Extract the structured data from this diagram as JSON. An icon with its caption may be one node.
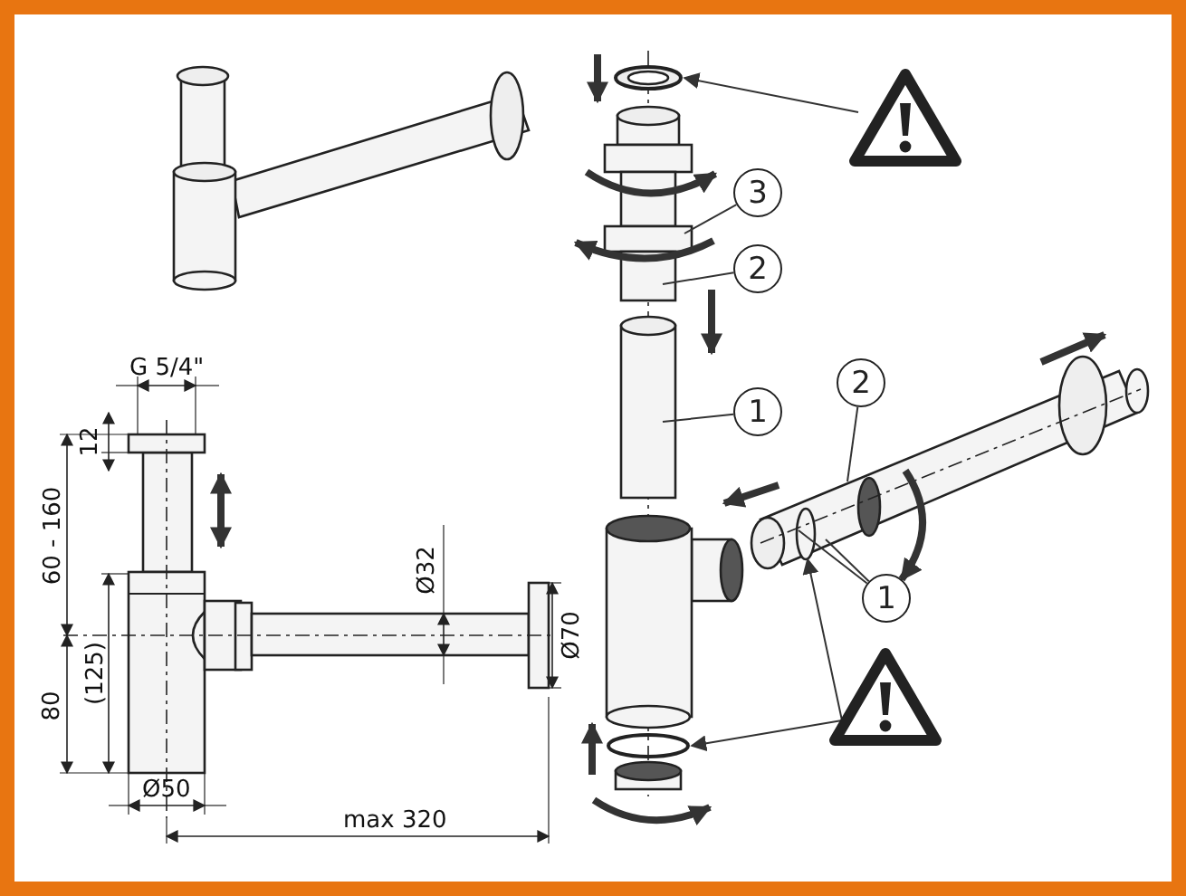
{
  "diagram": {
    "nodes": [
      {
        "text": [],
        "shape": "triangle"
      },
      {
        "text": [
          "3"
        ]
      },
      {
        "text": [
          "2"
        ]
      },
      {
        "text": [
          "2"
        ]
      },
      {
        "text": [
          "1"
        ]
      },
      {
        "text": [
          "1"
        ]
      },
      {
        "text": [],
        "shape": "triangle"
      }
    ],
    "edges": [
      {
        "from": 0,
        "to": null,
        "arrow": "to"
      },
      {
        "from": 1,
        "to": null,
        "arrow": "none"
      },
      {
        "from": 2,
        "to": null,
        "arrow": "none"
      },
      {
        "from": 3,
        "to": null,
        "arrow": "none"
      },
      {
        "from": 4,
        "to": null,
        "arrow": "none"
      },
      {
        "from": 5,
        "to": null,
        "arrow": "none"
      },
      {
        "from": 5,
        "to": null,
        "arrow": "none"
      },
      {
        "from": 6,
        "to": null,
        "arrow": "to"
      },
      {
        "from": 6,
        "to": null,
        "arrow": "to"
      }
    ],
    "labels": [
      "G 5/4\"",
      "60 - 160",
      "12",
      "Ø32",
      "Ø70",
      "(125)",
      "80",
      "Ø50",
      "max 320"
    ]
  }
}
